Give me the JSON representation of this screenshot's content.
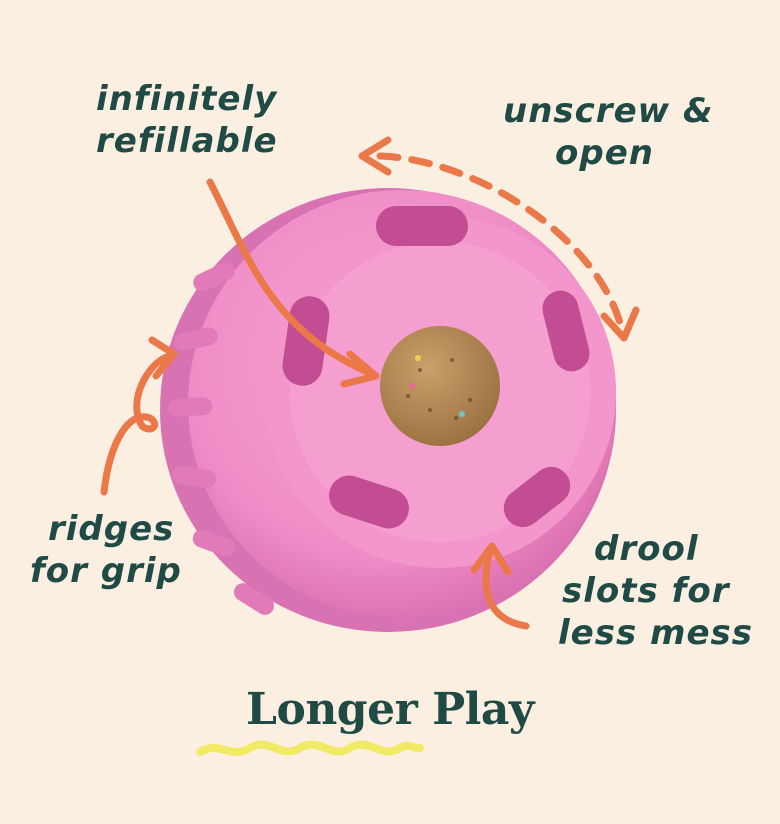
{
  "callouts": {
    "refillable": [
      "infinitely",
      "refillable"
    ],
    "unscrew": [
      "unscrew &",
      "open"
    ],
    "ridges": [
      "ridges",
      "for grip"
    ],
    "drool": [
      "drool",
      "slots for",
      "less mess"
    ]
  },
  "headline": "Longer Play",
  "colors": {
    "background": "#fbefe1",
    "text": "#1f4a45",
    "arrow": "#ea7848",
    "toy_pink": "#f08ec8",
    "squiggle": "#f2ea64"
  }
}
